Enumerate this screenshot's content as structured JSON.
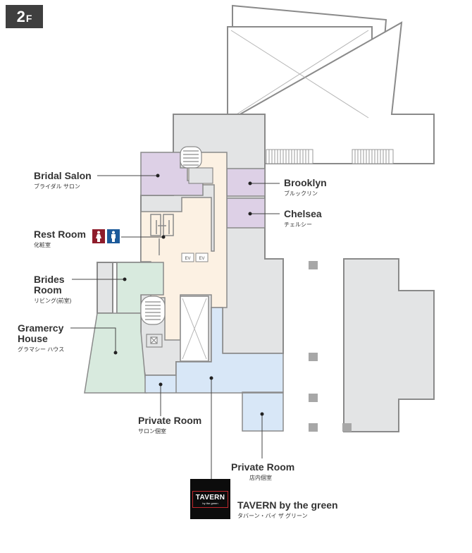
{
  "floor": {
    "number": "2",
    "unit": "F"
  },
  "colors": {
    "lavender": "#ddd0e6",
    "mint": "#d8eade",
    "peach": "#fcf1e3",
    "light_blue": "#d8e7f7",
    "gray": "#e3e4e5",
    "outline": "#8a8a8a",
    "logo_red": "#c1272d"
  },
  "rooms": {
    "bridal_salon": {
      "en": "Bridal Salon",
      "ja": "ブライダル サロン"
    },
    "brooklyn": {
      "en": "Brooklyn",
      "ja": "ブルックリン"
    },
    "chelsea": {
      "en": "Chelsea",
      "ja": "チェルシー"
    },
    "rest_room": {
      "en": "Rest Room",
      "ja": "化粧室"
    },
    "brides_room": {
      "en": "Brides Room",
      "ja": "リビング(前室)"
    },
    "gramercy_house": {
      "en": "Gramercy House",
      "ja": "グラマシー ハウス"
    },
    "private_room_salon": {
      "en": "Private Room",
      "ja": "サロン個室"
    },
    "private_room_store": {
      "en": "Private Room",
      "ja": "店内個室"
    },
    "tavern": {
      "en": "TAVERN by the green",
      "ja": "タバーン・バイ ザ グリーン"
    }
  },
  "logo": {
    "line1": "TAVERN",
    "line2": "by the green"
  },
  "elevators": [
    "EV",
    "EV"
  ],
  "icons": [
    "female-restroom-icon",
    "male-restroom-icon",
    "stairs-icon"
  ]
}
